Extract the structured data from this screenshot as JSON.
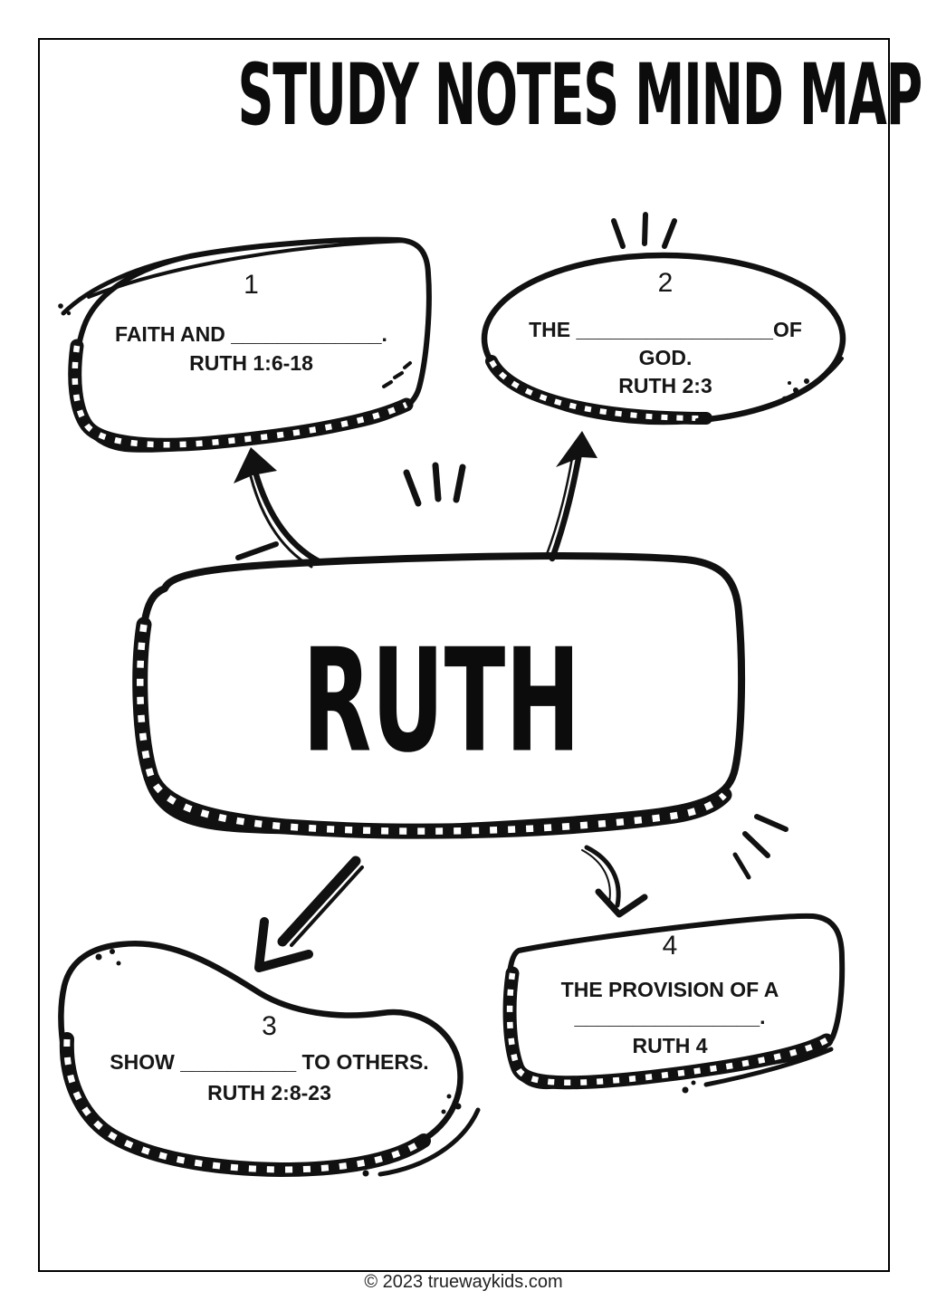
{
  "page": {
    "title": "STUDY NOTES MIND MAP",
    "footer": "© 2023 truewaykids.com",
    "ink": "#111111",
    "paper": "#ffffff"
  },
  "center_node": {
    "label": "RUTH"
  },
  "nodes": [
    {
      "number": "1",
      "line1": "FAITH AND _____________.",
      "line2": "RUTH 1:6-18"
    },
    {
      "number": "2",
      "line1": "THE _________________OF",
      "line2": "GOD.",
      "line3": "RUTH 2:3"
    },
    {
      "number": "3",
      "line1": "SHOW __________ TO OTHERS.",
      "line2": "RUTH 2:8-23"
    },
    {
      "number": "4",
      "line1": "THE PROVISION OF A",
      "line2": "________________.",
      "line3": "RUTH 4"
    }
  ]
}
